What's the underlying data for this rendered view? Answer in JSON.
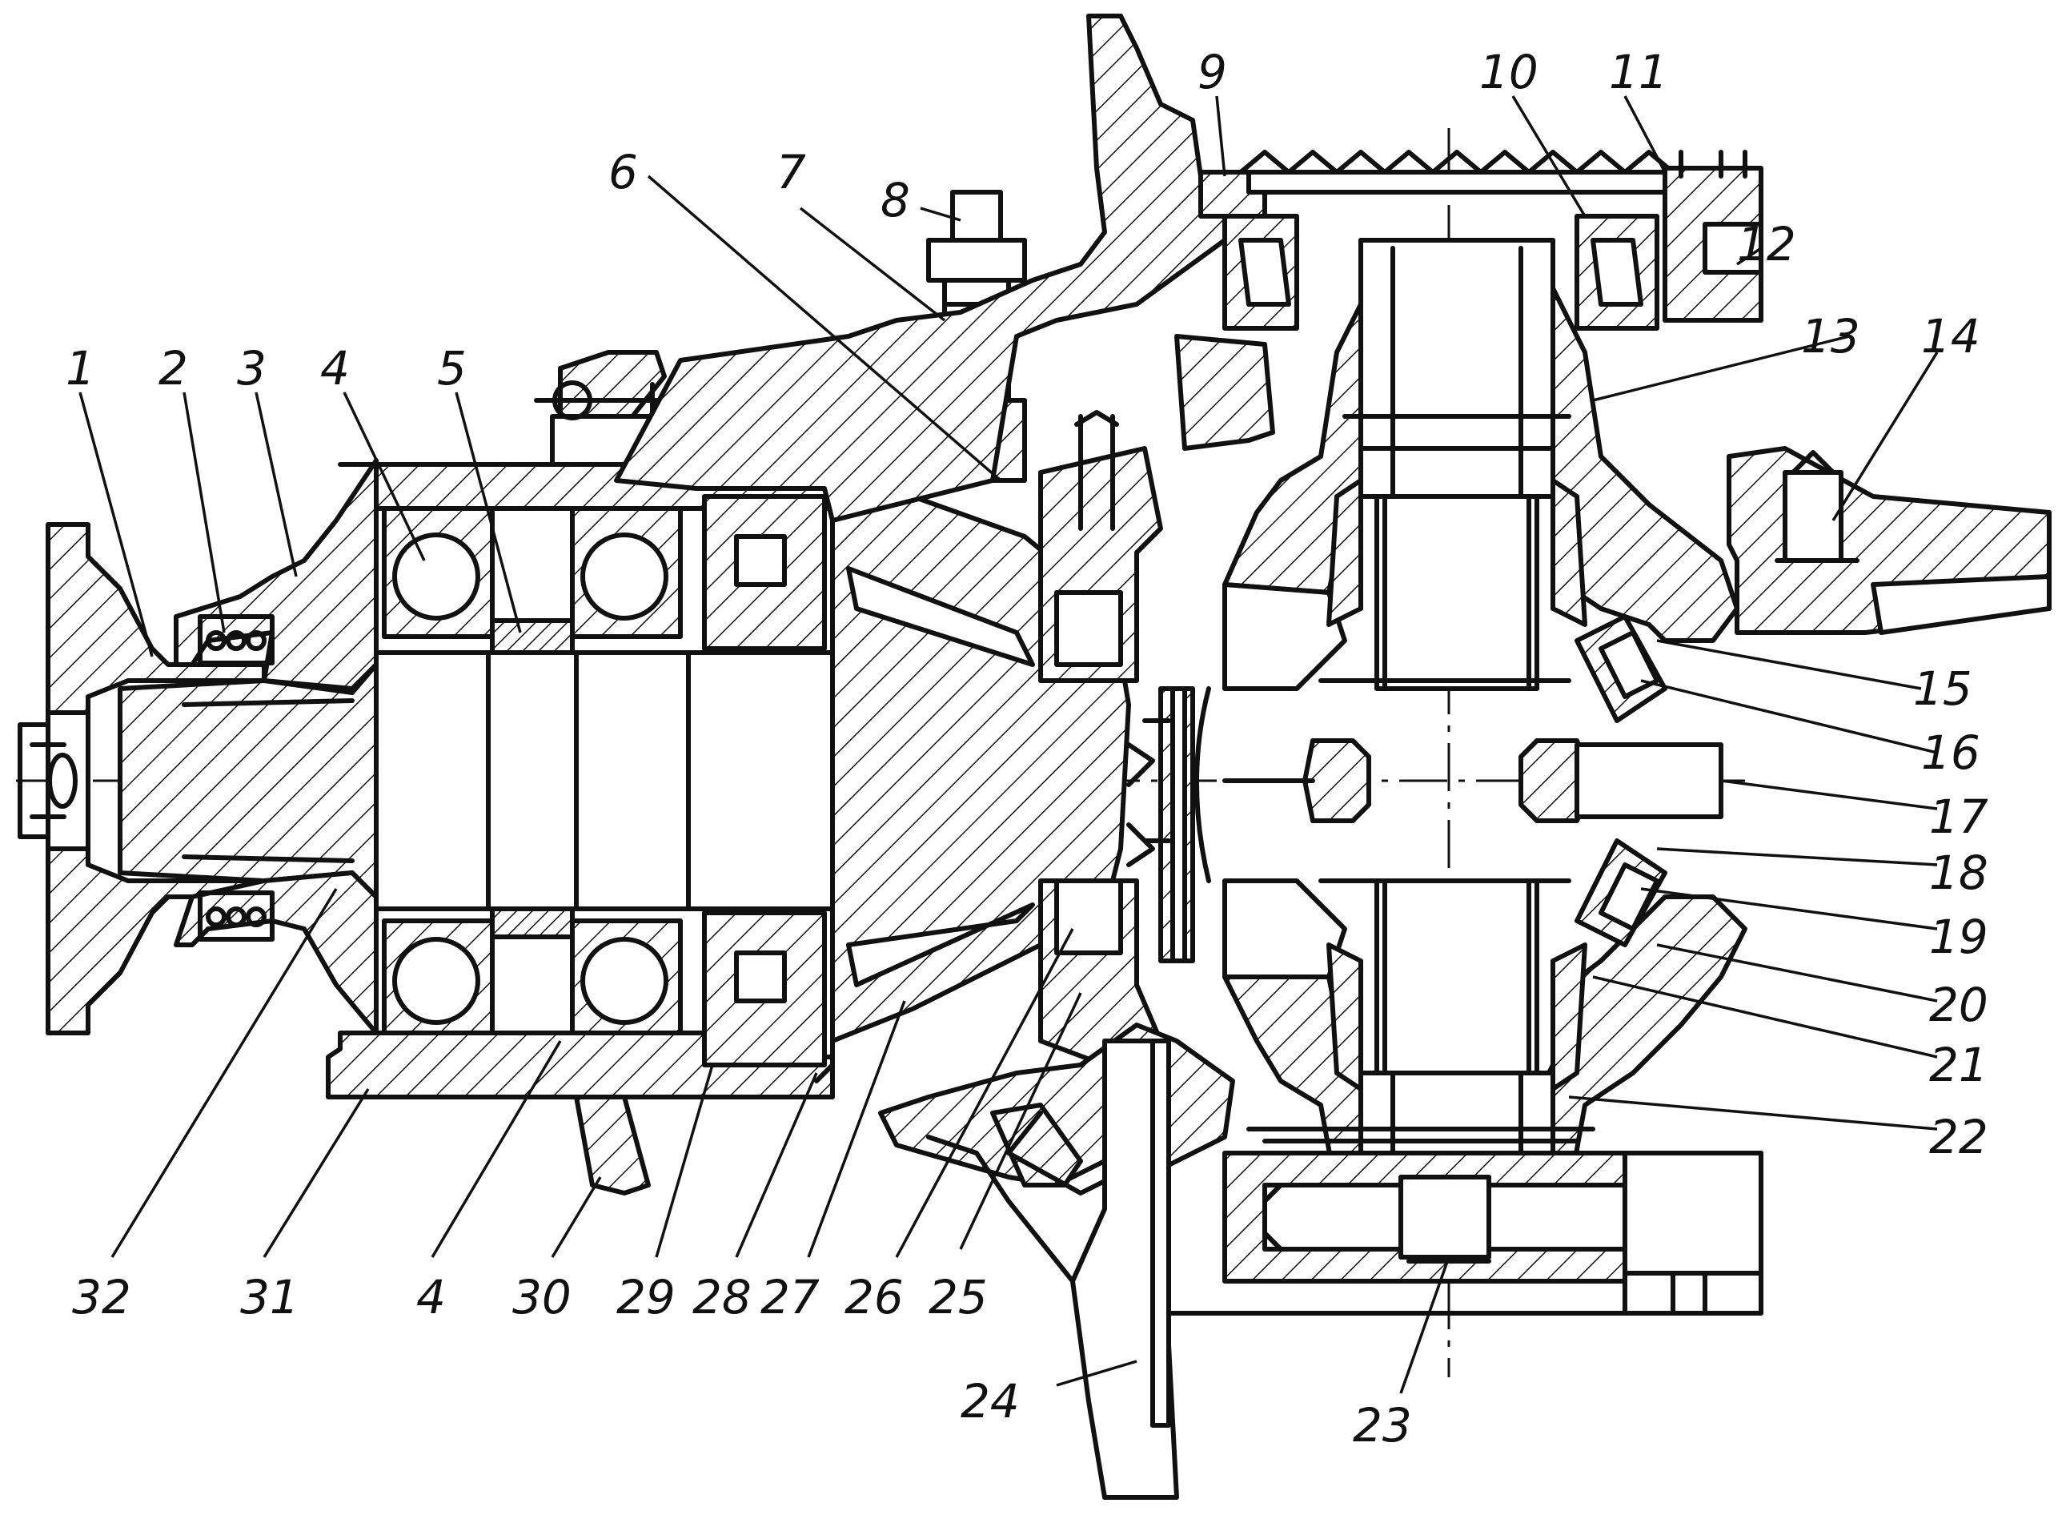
{
  "drawing": {
    "callouts": [
      {
        "id": "c1",
        "label": "1"
      },
      {
        "id": "c2",
        "label": "2"
      },
      {
        "id": "c3",
        "label": "3"
      },
      {
        "id": "c4a",
        "label": "4"
      },
      {
        "id": "c5",
        "label": "5"
      },
      {
        "id": "c6",
        "label": "6"
      },
      {
        "id": "c7",
        "label": "7"
      },
      {
        "id": "c8",
        "label": "8"
      },
      {
        "id": "c9",
        "label": "9"
      },
      {
        "id": "c10",
        "label": "10"
      },
      {
        "id": "c11",
        "label": "11"
      },
      {
        "id": "c12",
        "label": "12"
      },
      {
        "id": "c13",
        "label": "13"
      },
      {
        "id": "c14",
        "label": "14"
      },
      {
        "id": "c15",
        "label": "15"
      },
      {
        "id": "c16",
        "label": "16"
      },
      {
        "id": "c17",
        "label": "17"
      },
      {
        "id": "c18",
        "label": "18"
      },
      {
        "id": "c19",
        "label": "19"
      },
      {
        "id": "c20",
        "label": "20"
      },
      {
        "id": "c21",
        "label": "21"
      },
      {
        "id": "c22",
        "label": "22"
      },
      {
        "id": "c23",
        "label": "23"
      },
      {
        "id": "c24",
        "label": "24"
      },
      {
        "id": "c25",
        "label": "25"
      },
      {
        "id": "c26",
        "label": "26"
      },
      {
        "id": "c27",
        "label": "27"
      },
      {
        "id": "c28",
        "label": "28"
      },
      {
        "id": "c29",
        "label": "29"
      },
      {
        "id": "c30",
        "label": "30"
      },
      {
        "id": "c31",
        "label": "31"
      },
      {
        "id": "c4b",
        "label": "4"
      },
      {
        "id": "c32",
        "label": "32"
      }
    ]
  }
}
